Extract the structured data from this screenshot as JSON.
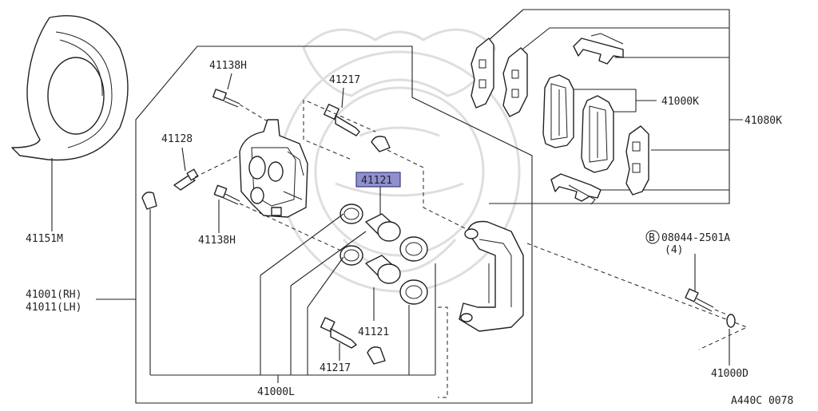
{
  "diagram_id": "A440C 0078",
  "highlight_color": "#8f90d0",
  "labels": {
    "baffle_plate": "41151M",
    "caliper_rh": "41001(RH)",
    "caliper_lh": "41011(LH)",
    "bolt_upper": "41138H",
    "bolt_lower": "41138H",
    "bleeder": "41128",
    "pin_upper": "41217",
    "pin_lower": "41217",
    "piston_highlighted": "41121",
    "piston_lower": "41121",
    "caliper_assy": "41000L",
    "pad_kit": "41000K",
    "pad_set": "41080K",
    "mounting_bolt": "08044-2501A",
    "mounting_bolt_prefix": "B",
    "mounting_bolt_qty": "(4)",
    "washer": "41000D"
  }
}
